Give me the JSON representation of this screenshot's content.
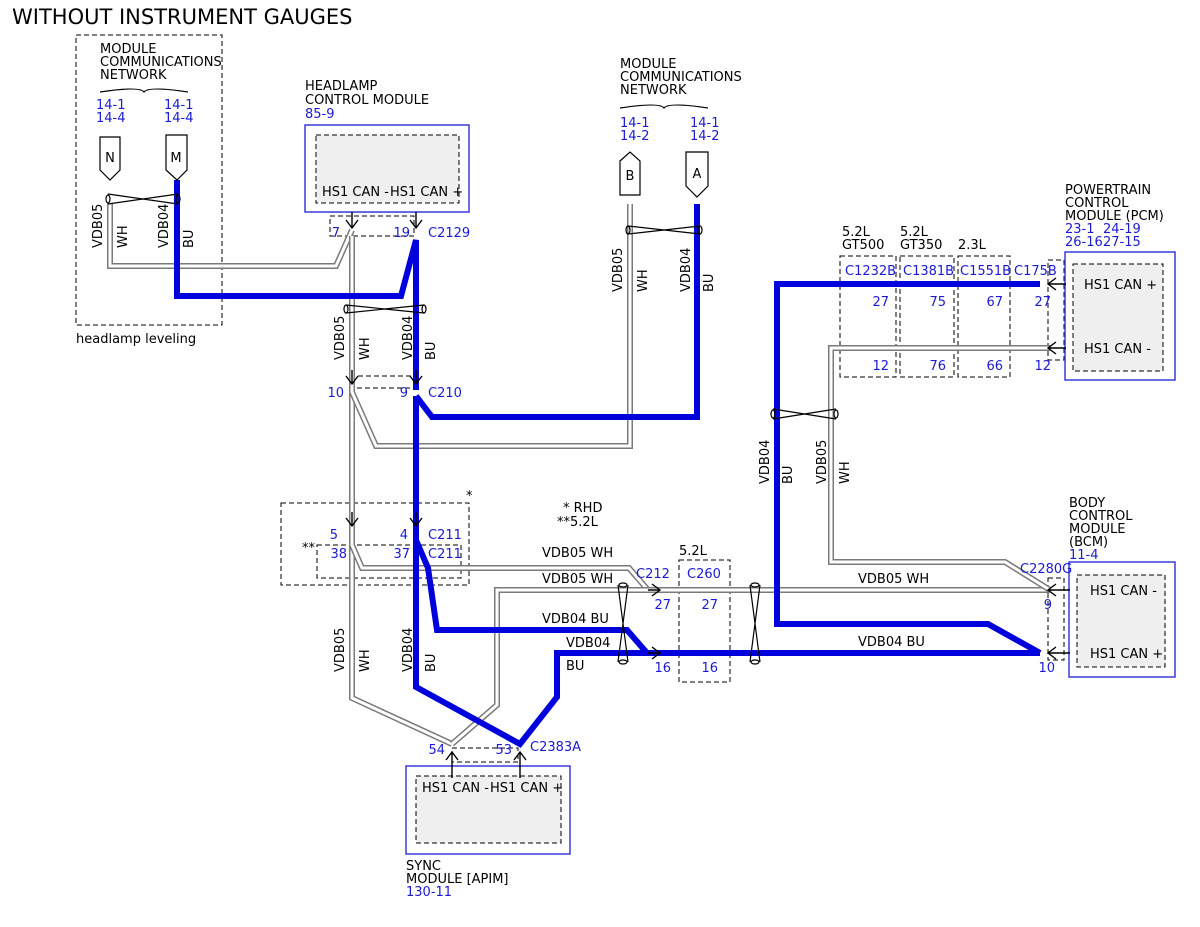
{
  "title": "WITHOUT INSTRUMENT GAUGES",
  "network_left": {
    "lines": [
      "MODULE",
      "COMMUNICATIONS",
      "NETWORK"
    ],
    "refs": [
      "14-1",
      "14-4",
      "14-1",
      "14-4"
    ],
    "tags": [
      "N",
      "M"
    ],
    "footer": "headlamp leveling"
  },
  "network_right": {
    "lines": [
      "MODULE",
      "COMMUNICATIONS",
      "NETWORK"
    ],
    "refs": [
      "14-1",
      "14-2",
      "14-1",
      "14-2"
    ],
    "tags": [
      "B",
      "A"
    ]
  },
  "headlamp": {
    "lines": [
      "HEADLAMP",
      "CONTROL MODULE"
    ],
    "ref": "85-9",
    "pins": [
      "HS1 CAN -",
      "HS1 CAN +"
    ]
  },
  "pcm": {
    "lines": [
      "POWERTRAIN",
      "CONTROL",
      "MODULE (PCM)"
    ],
    "refs": [
      "23-1",
      "24-19",
      "26-16",
      "27-15"
    ],
    "pins": [
      "HS1 CAN +",
      "HS1 CAN -"
    ]
  },
  "bcm": {
    "lines": [
      "BODY",
      "CONTROL",
      "MODULE",
      "(BCM)"
    ],
    "ref": "11-4",
    "pins": [
      "HS1 CAN -",
      "HS1 CAN +"
    ]
  },
  "sync": {
    "lines": [
      "SYNC",
      "MODULE [APIM]"
    ],
    "ref": "130-11",
    "pins": [
      "HS1 CAN -",
      "HS1 CAN +"
    ]
  },
  "variants": [
    "5.2L",
    "GT500",
    "5.2L",
    "GT350",
    "2.3L"
  ],
  "notes": [
    "* RHD",
    "**5.2L",
    "*",
    "**",
    "5.2L"
  ],
  "circuits": {
    "vdb05": "VDB05",
    "vdb04": "VDB04",
    "wh": "WH",
    "bu": "BU",
    "vdb05_wh": "VDB05  WH",
    "vdb04_bu": "VDB04  BU"
  },
  "connectors": {
    "C2129": "C2129",
    "C210": "C210",
    "C211": "C211",
    "C212": "C212",
    "C260": "C260",
    "C2383A": "C2383A",
    "C1232B": "C1232B",
    "C1381B": "C1381B",
    "C1551B": "C1551B",
    "C175B": "C175B",
    "C2280G": "C2280G"
  },
  "pins": {
    "hcm_minus": "7",
    "hcm_plus": "19",
    "c210_wh": "10",
    "c210_bu": "9",
    "c211_wh": "5",
    "c211_bu": "4",
    "c211b_wh": "38",
    "c211b_bu": "37",
    "c212_wh": "27",
    "c260_wh": "27",
    "c212_bu": "16",
    "c260_bu": "16",
    "sync_minus": "54",
    "sync_plus": "53",
    "c1232b_p": "27",
    "c1381b_p": "75",
    "c1551b_p": "67",
    "pcm_p": "27",
    "c1232b_m": "12",
    "c1381b_m": "76",
    "c1551b_m": "66",
    "pcm_m": "12",
    "bcm_m": "9",
    "bcm_p": "10"
  }
}
